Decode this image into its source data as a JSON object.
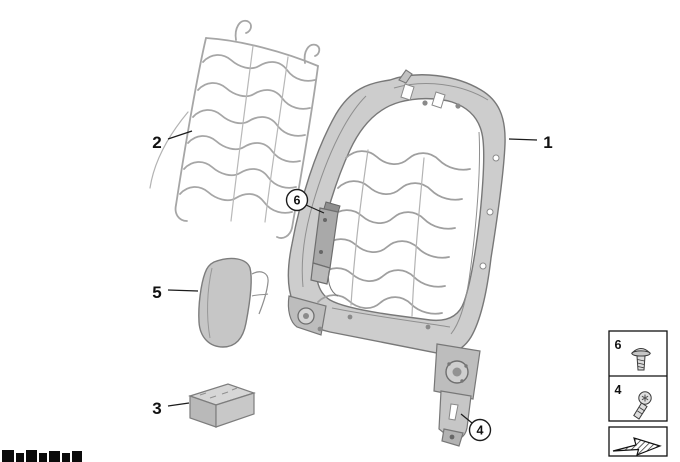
{
  "colors": {
    "background": "#ffffff",
    "callout_line": "#1c1c1c",
    "metal_fill": "#cdcdcd",
    "metal_stroke": "#787878",
    "spring_wire": "#a6a6a6"
  },
  "callouts": {
    "backrest_frame": "1",
    "wire_mat": "2",
    "parts_box": "3",
    "lower_screw": "4",
    "side_panel": "5",
    "upper_fastener": "6"
  },
  "legend": {
    "rows": [
      {
        "label": "6",
        "icon": "flat-head-screw-icon"
      },
      {
        "label": "4",
        "icon": "torx-screw-icon"
      }
    ],
    "footer": {
      "icon": "direction-arrow-icon"
    }
  }
}
